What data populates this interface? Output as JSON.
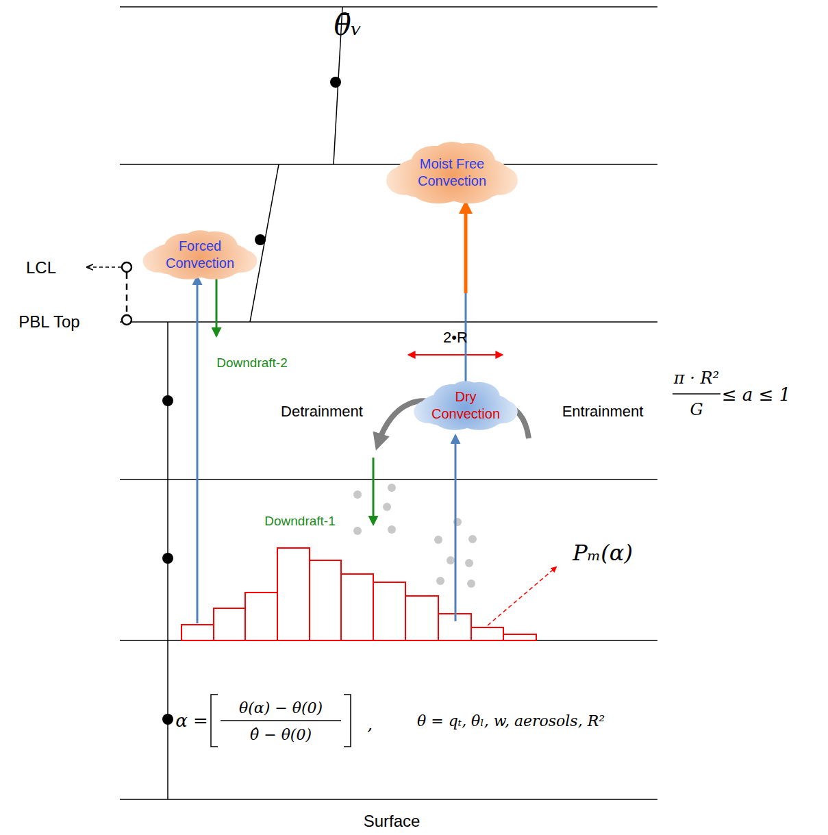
{
  "diagram": {
    "nodes": [
      {
        "text": [
          "Forced Convection"
        ]
      },
      {
        "text": [
          "Moist Free Convection"
        ]
      },
      {
        "text": [
          "Dry Convection"
        ]
      }
    ],
    "edges": [
      {
        "from": 2,
        "to": 1,
        "arrow": "to"
      }
    ],
    "labels": [
      "θ̄ᵥ",
      "LCL",
      "PBL Top",
      "Downdraft-2",
      "2•R",
      "Detrainment",
      "Entrainment",
      "π · R²",
      "G",
      "≤ a ≤ 1",
      "Downdraft-1",
      "Pₘ(α)",
      "α =",
      "θ(α) − θ(0)",
      "θ̂ − θ(0)",
      ",",
      "θ = qₜ, θₗ, w, aerosols, R²",
      "Surface"
    ]
  }
}
